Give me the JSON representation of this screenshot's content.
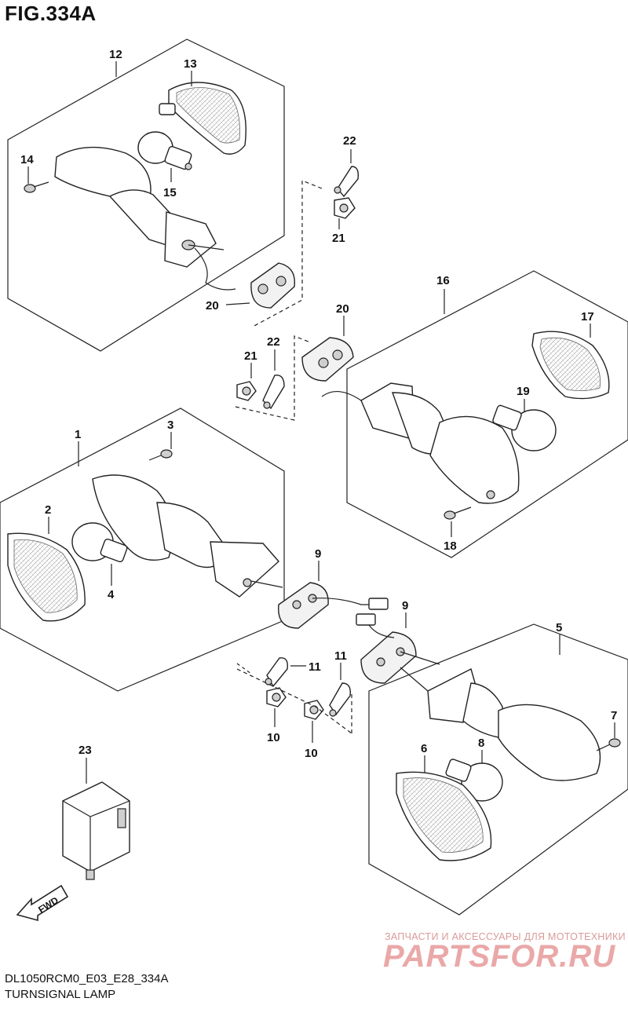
{
  "figure": {
    "title": "FIG.334A",
    "code": "DL1050RCM0_E03_E28_334A",
    "name": "TURNSIGNAL LAMP"
  },
  "fwd_label": "FWD",
  "watermark": {
    "line": "ЗАПЧАСТИ И АКСЕССУАРЫ ДЛЯ МОТОТЕХНИКИ",
    "brand": "PARTSFOR.RU"
  },
  "callouts": {
    "c12": "12",
    "c13": "13",
    "c14": "14",
    "c15": "15",
    "c22a": "22",
    "c21a": "21",
    "c20a": "20",
    "c16": "16",
    "c17": "17",
    "c20b": "20",
    "c22b": "22",
    "c21b": "21",
    "c19": "19",
    "c18": "18",
    "c1": "1",
    "c3": "3",
    "c2": "2",
    "c4": "4",
    "c9a": "9",
    "c9b": "9",
    "c11a": "11",
    "c11b": "11",
    "c10a": "10",
    "c10b": "10",
    "c5": "5",
    "c7": "7",
    "c6": "6",
    "c8": "8",
    "c23": "23"
  }
}
